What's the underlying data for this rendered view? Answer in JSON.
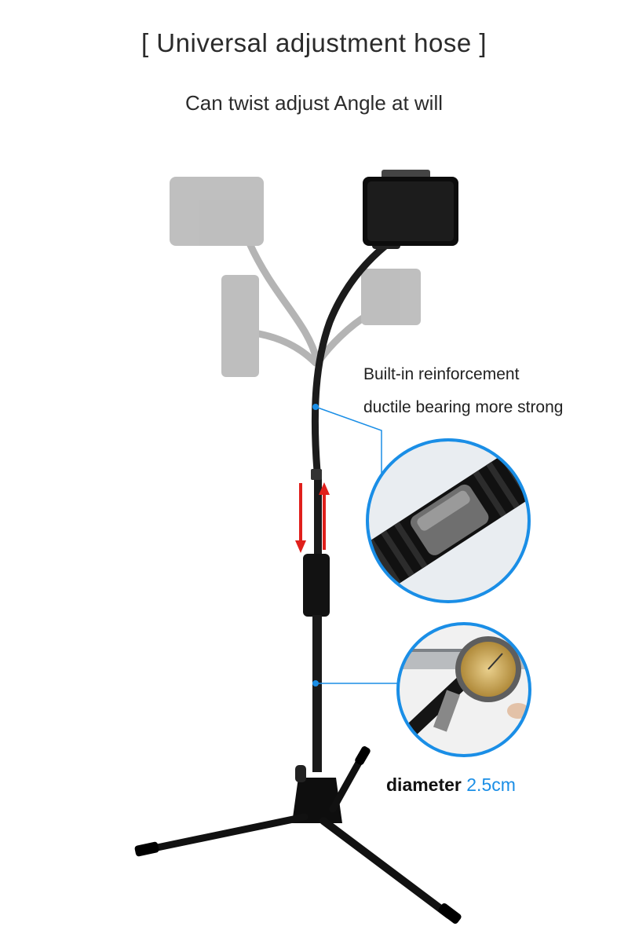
{
  "heading": {
    "title": "[ Universal adjustment hose ]",
    "subtitle": "Can twist adjust Angle at will"
  },
  "callouts": {
    "hose_line1": "Built-in reinforcement",
    "hose_line2": "ductile bearing more strong",
    "diameter_label": "diameter",
    "diameter_value": "2.5cm"
  },
  "colors": {
    "accent_blue": "#1a8ee6",
    "arrow_red": "#e0201c",
    "stand_black": "#151515",
    "ghost_gray": "#8a8a8a"
  }
}
